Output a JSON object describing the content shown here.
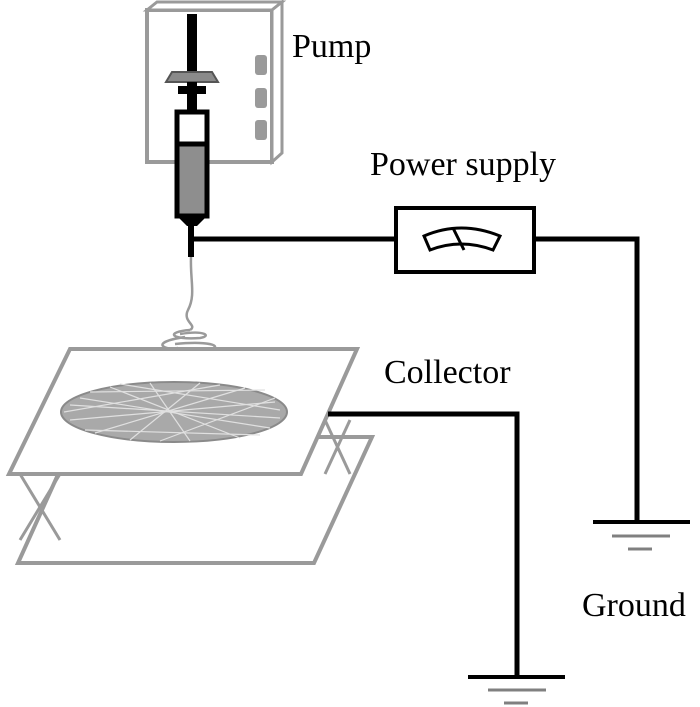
{
  "labels": {
    "pump": "Pump",
    "power_supply": "Power supply",
    "collector": "Collector",
    "ground": "Ground"
  },
  "components": {
    "pump_icon": "syringe-pump-icon",
    "meter_icon": "voltmeter-icon",
    "ground_icon": "ground-symbol-icon",
    "collector_icon": "plate-collector-icon"
  },
  "colors": {
    "wire": "#000000",
    "equipment_outline": "#999999",
    "fiber_mat": "#9a9a9a"
  }
}
